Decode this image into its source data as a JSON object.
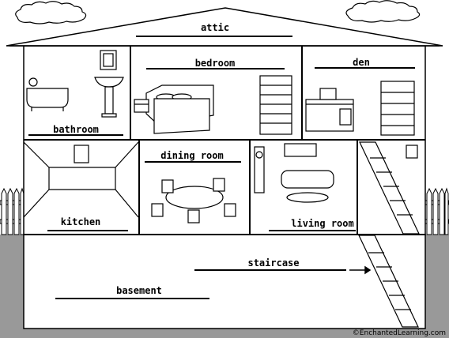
{
  "rooms": {
    "attic": "attic",
    "bedroom": "bedroom",
    "den": "den",
    "bathroom": "bathroom",
    "dining_room": "dining room",
    "kitchen": "kitchen",
    "living_room": "living room",
    "staircase": "staircase",
    "basement": "basement"
  },
  "credit": "©EnchantedLearning.com"
}
